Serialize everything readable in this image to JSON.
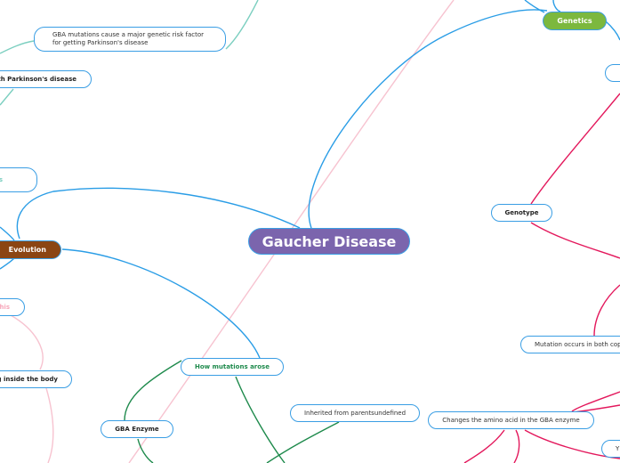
{
  "central": {
    "label": "Gaucher Disease",
    "color": "#7b65ad"
  },
  "nodes": {
    "gba_parkinsons_risk": "GBA mutations cause a major genetic risk factor for getting Parkinson's disease",
    "parkinsons_link": "th Parkinson's disease",
    "teal_partial": "is",
    "evolution": "Evolution",
    "pink_partial": "this",
    "inside_body": "g inside the body",
    "genetics": "Genetics",
    "genotype": "Genotype",
    "mutation_both_copies": "Mutation occurs in both cop",
    "how_mutations_arose": "How mutations arose",
    "gba_enzyme": "GBA Enzyme",
    "inherited": "Inherited from parentsundefined",
    "amino_acid": "Changes the amino acid in the GBA enzyme",
    "y_partial": "Y"
  },
  "colors": {
    "branch_blue": "#2a9de6",
    "teal": "#7ccfc0",
    "pink": "#f7c3d0",
    "crimson": "#e3185c",
    "green": "#1e8a4c",
    "genetics": "#7cb83e",
    "evolution": "#8b4513"
  }
}
